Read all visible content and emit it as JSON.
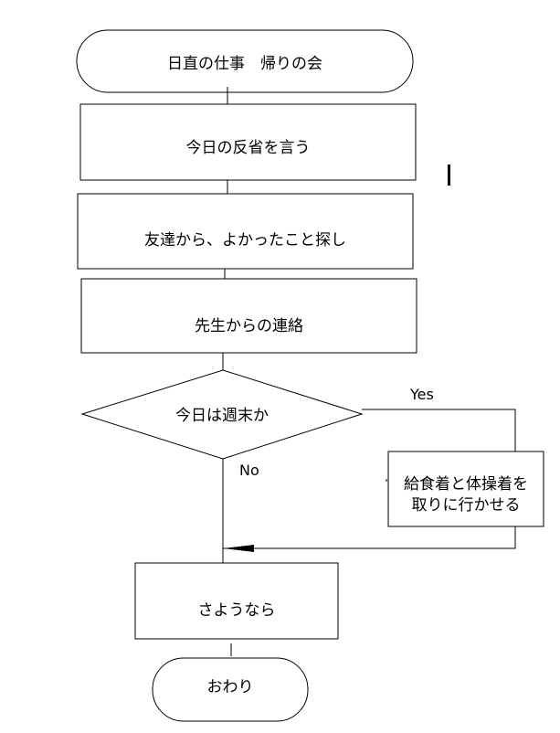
{
  "flowchart": {
    "start": "日直の仕事　帰りの会",
    "steps": [
      "今日の反省を言う",
      "友達から、よかったこと探し",
      "先生からの連絡"
    ],
    "decision": "今日は週末か",
    "yes_label": "Yes",
    "no_label": "No",
    "yes_action_line1": "給食着と体操着を",
    "yes_action_line2": "取りに行かせる",
    "final_step": "さようなら",
    "end": "おわり"
  }
}
